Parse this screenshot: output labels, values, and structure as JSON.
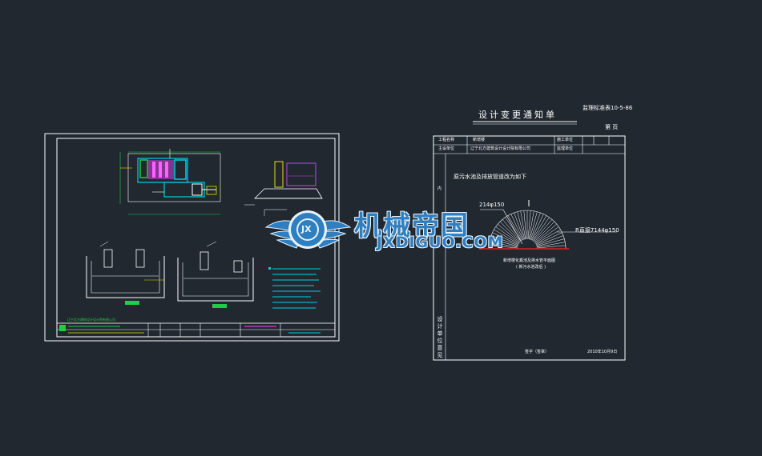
{
  "notice": {
    "title": "设计变更通知单",
    "form_code": "监理标准表10-5-86",
    "page_label": "第 页",
    "row1_label": "工程名称",
    "row1_value": "新增楼",
    "row1_right_label": "施工单位",
    "row2_label": "主设单位",
    "row2_value": "辽宁北方建筑设计设计院有限公司",
    "row2_right_label": "监理单位",
    "side_label_top": "内",
    "side_label_bottom": "设计单位意见",
    "content_line": "原污水池及排放管道改为如下",
    "dim_left": "214φ150",
    "dim_right": "R直接7144φ150",
    "plan_caption": "新增楼化粪池及排水管平面图",
    "plan_subcaption": "( 新污水池改后 )",
    "sign_label": "签字（签章）",
    "date": "2010年10月9日"
  },
  "watermark": {
    "cn": "机械帝国",
    "en": "JXDIGUO.COM",
    "badge": "JX"
  },
  "sheet": {
    "title_block_company": "辽宁北方建筑设计设计院有限公司"
  },
  "colors": {
    "background": "#212830",
    "line": "#ffffff",
    "accent_green": "#22cc44",
    "accent_cyan": "#00d0e0",
    "accent_magenta": "#d040e0",
    "accent_yellow": "#e8e000",
    "accent_red": "#ff2020",
    "logo_blue": "#2f7fc0"
  }
}
